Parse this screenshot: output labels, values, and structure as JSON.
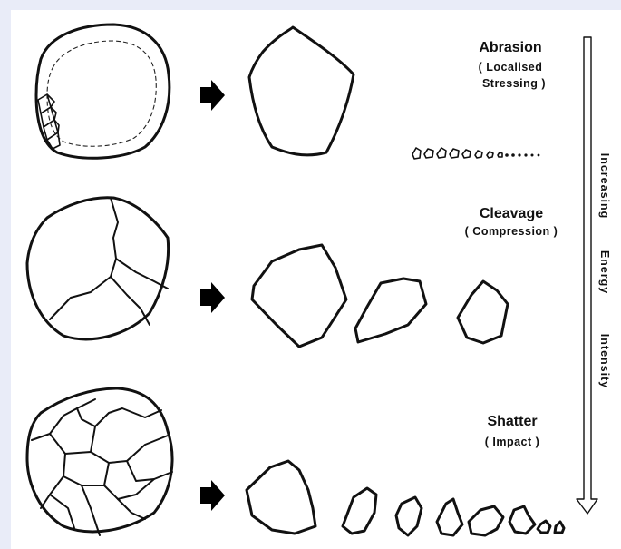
{
  "modes": [
    {
      "title": "Abrasion",
      "subtitle_line1": "( Localised",
      "subtitle_line2": "Stressing )"
    },
    {
      "title": "Cleavage",
      "subtitle": "( Compression )"
    },
    {
      "title": "Shatter",
      "subtitle": "( Impact )"
    }
  ],
  "energy_axis": {
    "word1": "Increasing",
    "word2": "Energy",
    "word3": "Intensity"
  }
}
